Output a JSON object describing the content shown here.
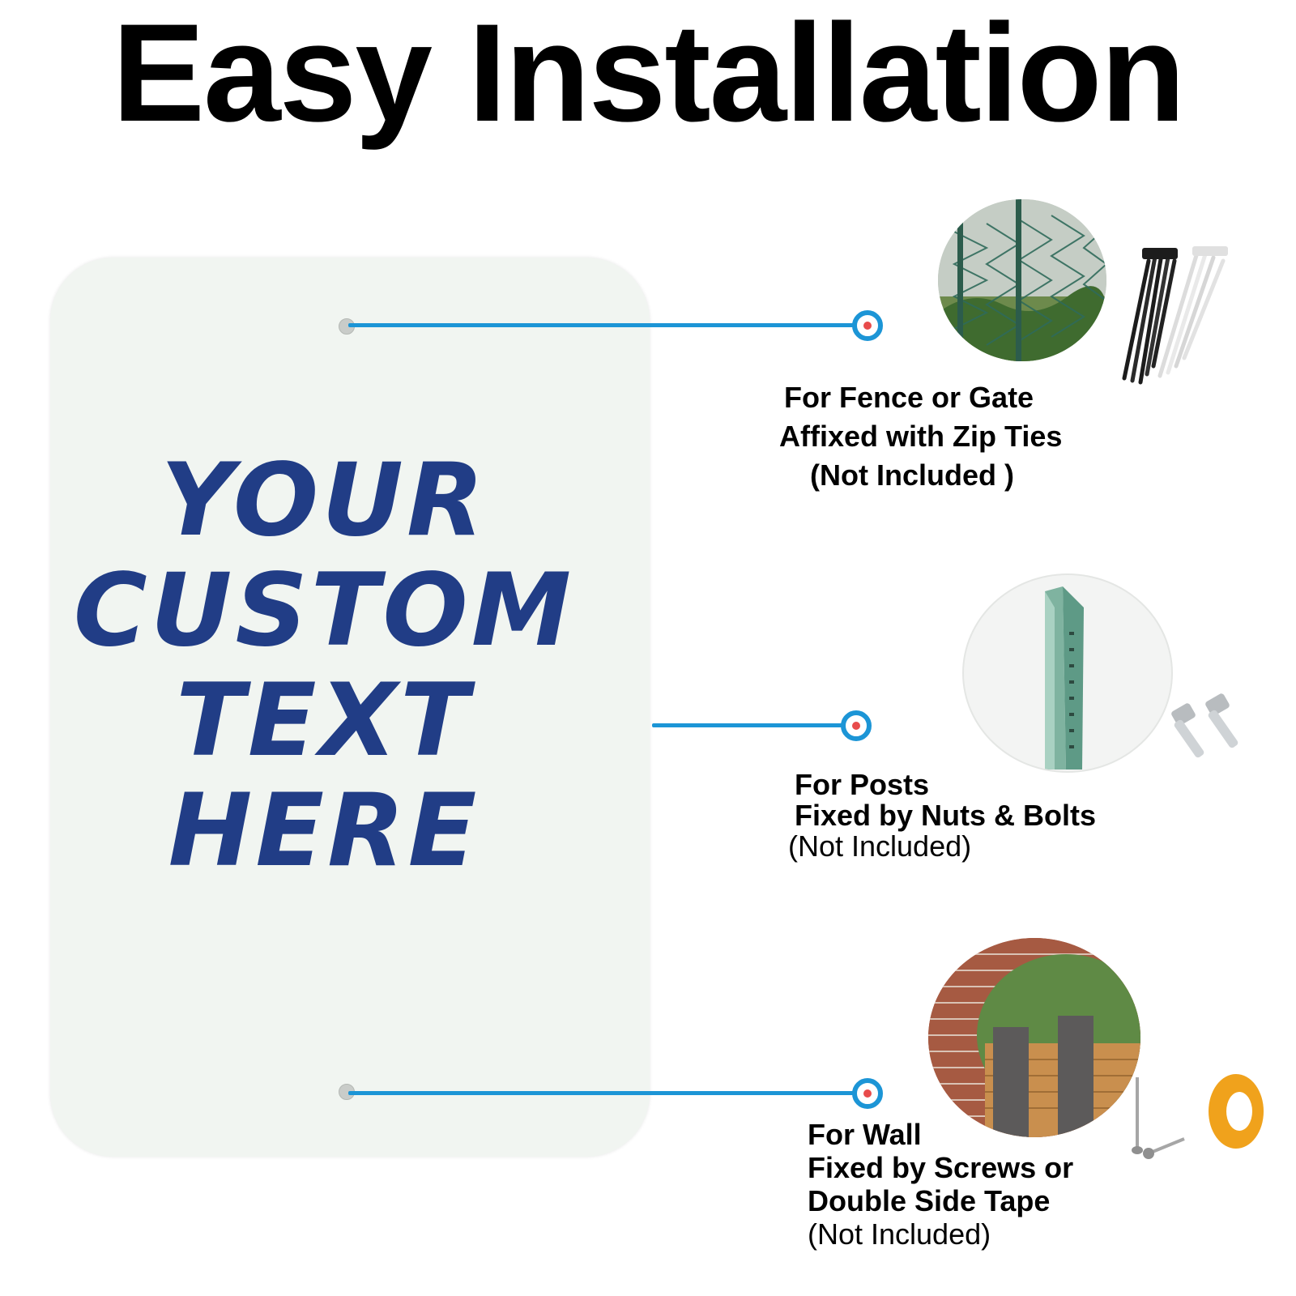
{
  "title": "Easy Installation",
  "sign": {
    "lines": [
      "YOUR",
      "CUSTOM",
      "TEXT",
      "HERE"
    ],
    "text_color": "#213d86",
    "background": "#f1f5f1"
  },
  "accent_color": "#1c95d6",
  "methods": [
    {
      "lines": [
        "For Fence or Gate",
        "Affixed with Zip Ties",
        "(Not Included )"
      ],
      "image": "chain-link-fence-photo",
      "accessory": "zip-ties-icon"
    },
    {
      "lines": [
        "For Posts",
        "Fixed by Nuts & Bolts",
        "(Not Included)"
      ],
      "image": "u-channel-post-photo",
      "accessory": "bolts-icon"
    },
    {
      "lines": [
        "For Wall",
        "Fixed by Screws or",
        "Double Side Tape",
        "(Not Included)"
      ],
      "image": "brick-wall-fence-photo",
      "accessory": "screws-and-tape-icon"
    }
  ]
}
